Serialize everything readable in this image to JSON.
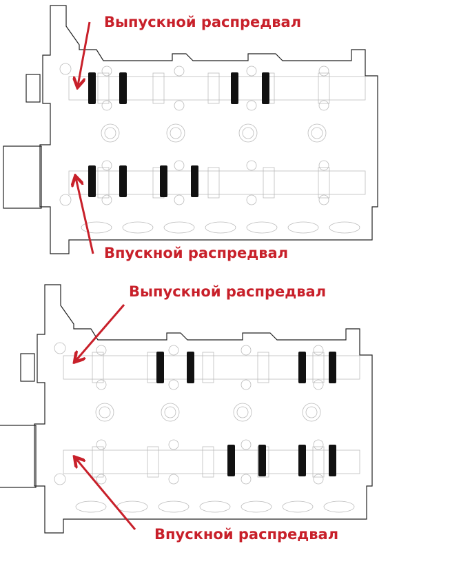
{
  "label_color": "#c8202a",
  "diagrams": [
    {
      "exhaust_label": "Выпускной распредвал",
      "intake_label": "Впускной распредвал"
    },
    {
      "exhaust_label": "Выпускной распредвал",
      "intake_label": "Впускной распредвал"
    }
  ]
}
